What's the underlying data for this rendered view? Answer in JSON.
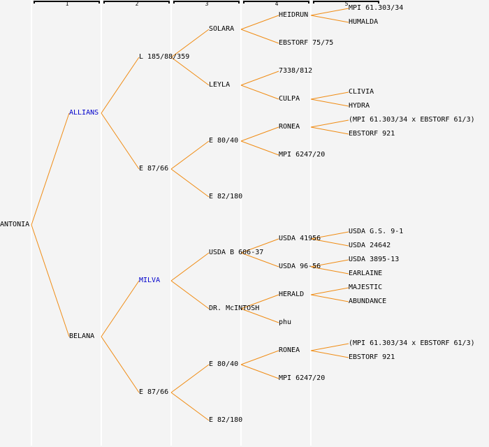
{
  "columns": [
    "1",
    "2",
    "3",
    "4",
    "5"
  ],
  "colors": {
    "line": "#f08c14",
    "highlight": "#0000cc",
    "text": "#000000",
    "background": "#f4f4f4"
  },
  "tree": {
    "name": "ANTONIA",
    "children": [
      {
        "name": "ALLIANS",
        "highlight": true,
        "children": [
          {
            "name": "L 185/88/359",
            "children": [
              {
                "name": "SOLARA",
                "children": [
                  {
                    "name": "HEIDRUN",
                    "children": [
                      {
                        "name": "MPI 61.303/34"
                      },
                      {
                        "name": "HUMALDA"
                      }
                    ]
                  },
                  {
                    "name": "EBSTORF 75/75"
                  }
                ]
              },
              {
                "name": "LEYLA",
                "children": [
                  {
                    "name": "7338/812"
                  },
                  {
                    "name": "CULPA",
                    "children": [
                      {
                        "name": "CLIVIA"
                      },
                      {
                        "name": "HYDRA"
                      }
                    ]
                  }
                ]
              }
            ]
          },
          {
            "name": "E 87/66",
            "children": [
              {
                "name": "E 80/40",
                "children": [
                  {
                    "name": "RONEA",
                    "children": [
                      {
                        "name": "(MPI 61.303/34 x EBSTORF 61/3)"
                      },
                      {
                        "name": "EBSTORF 921"
                      }
                    ]
                  },
                  {
                    "name": "MPI 6247/20"
                  }
                ]
              },
              {
                "name": "E 82/180"
              }
            ]
          }
        ]
      },
      {
        "name": "BELANA",
        "children": [
          {
            "name": "MILVA",
            "highlight": true,
            "children": [
              {
                "name": "USDA B 606-37",
                "children": [
                  {
                    "name": "USDA 41956",
                    "children": [
                      {
                        "name": "USDA G.S. 9-1"
                      },
                      {
                        "name": "USDA 24642"
                      }
                    ]
                  },
                  {
                    "name": "USDA 96-56",
                    "children": [
                      {
                        "name": "USDA 3895-13"
                      },
                      {
                        "name": "EARLAINE"
                      }
                    ]
                  }
                ]
              },
              {
                "name": "DR. McINTOSH",
                "children": [
                  {
                    "name": "HERALD",
                    "children": [
                      {
                        "name": "MAJESTIC"
                      },
                      {
                        "name": "ABUNDANCE"
                      }
                    ]
                  },
                  {
                    "name": "phu"
                  }
                ]
              }
            ]
          },
          {
            "name": "E 87/66",
            "children": [
              {
                "name": "E 80/40",
                "children": [
                  {
                    "name": "RONEA",
                    "children": [
                      {
                        "name": "(MPI 61.303/34 x EBSTORF 61/3)"
                      },
                      {
                        "name": "EBSTORF 921"
                      }
                    ]
                  },
                  {
                    "name": "MPI 6247/20"
                  }
                ]
              },
              {
                "name": "E 82/180"
              }
            ]
          }
        ]
      }
    ]
  }
}
